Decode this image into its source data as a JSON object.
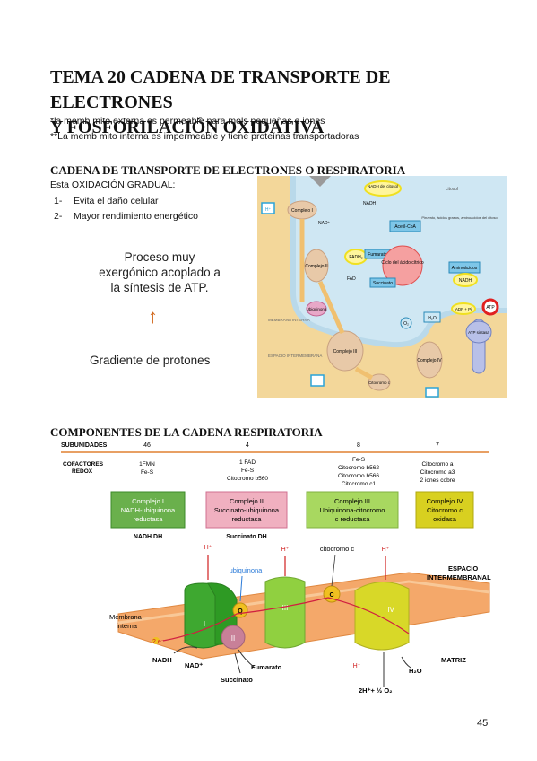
{
  "title": {
    "line1": "TEMA 20 CADENA DE TRANSPORTE DE ELECTRONES",
    "line2": "Y FOSFORILACIÓN OXIDATIVA"
  },
  "notes": [
    "*la memb mito externa es permeable para mols pequeñas e iones",
    "**La memb mito interna es impermeable y tiene  proteínas transportadoras"
  ],
  "section1": {
    "heading": "CADENA DE TRANSPORTE DE ELECTRONES O RESPIRATORIA",
    "intro": "Esta OXIDACIÓN GRADUAL:",
    "items": [
      {
        "num": "1-",
        "text": "Evita el daño celular"
      },
      {
        "num": "2-",
        "text": "Mayor rendimiento energético"
      }
    ],
    "process_text": "Proceso muy exergónico acoplado a la síntesis de ATP.",
    "arrow_glyph": "↑",
    "gradient_text": "Gradiente de protones"
  },
  "fig1": {
    "nadh_cytosol": "NADH del citosol",
    "citosol": "citosol",
    "nadh": "NADH",
    "nad_plus": "NAD⁺",
    "complejo1": "Complejo I",
    "complejo2": "Complejo II",
    "complejo3": "Complejo III",
    "complejo4": "Complejo IV",
    "acetil_coa": "Acetil-CoA",
    "piruvato": "Piruvato, ácidos grasos, aminoácidos del citosol",
    "fumarato": "Fumarato",
    "succinato": "Succinato",
    "fadh2": "FADH₂",
    "fad": "FAD",
    "ciclo": "Ciclo del ácido cítrico",
    "aminoacidos": "Aminoácidos",
    "nadh2": "NADH",
    "o2": "O₂",
    "h2o": "H₂O",
    "adp": "ADP + Pi",
    "atp": "ATP",
    "membrana": "MEMBRANA INTERNA",
    "espacio": "ESPACIO INTERMEMBRANA",
    "ubiquinona": "Ubiquinona",
    "citocromo_c": "Citocromo c",
    "h_plus": "H⁺",
    "atp_sintasa": "ATP sintasa"
  },
  "section2": {
    "heading": "COMPONENTES DE LA CADENA RESPIRATORIA"
  },
  "fig2": {
    "subunidades_label": "SUBUNIDADES",
    "subunidades": [
      "46",
      "4",
      "8",
      "7"
    ],
    "cofactores_label": "COFACTORES",
    "redox_label": "REDOX",
    "cofactores": [
      [
        "1FMN",
        "Fe-S"
      ],
      [
        "1 FAD",
        "Fe-S",
        "Citocromo b560"
      ],
      [
        "Fe-S",
        "Citocromo b562",
        "Citocromo b566",
        "Citocromo c1"
      ],
      [
        "Citocromo a",
        "Citocromo a3",
        "2 iones cobre"
      ]
    ],
    "complejos": [
      [
        "Complejo I",
        "NADH-ubiquinona",
        "reductasa"
      ],
      [
        "Complejo II",
        "Succinato-ubiquinona",
        "reductasa"
      ],
      [
        "Complejo III",
        "Ubiquinona-citocromo",
        "c reductasa"
      ],
      [
        "Complejo IV",
        "Citocromo c",
        "oxidasa"
      ]
    ],
    "nadh_dh": "NADH DH",
    "succinato_dh": "Succinato DH",
    "h_plus": "H⁺",
    "ubiquinona": "ubiquinona",
    "citocromo_c": "citocromo c",
    "espacio1": "ESPACIO",
    "espacio2": "INTERMEMBRANAL",
    "membrana1": "Membrana",
    "membrana2": "interna",
    "two_e": "2 e⁻",
    "nadh": "NADH",
    "nad": "NAD⁺",
    "fumarato": "Fumarato",
    "succinato": "Succinato",
    "h2o": "H₂O",
    "matriz": "MATRIZ",
    "reaction": "2H⁺+ ½ O₂",
    "roman": [
      "I",
      "II",
      "III",
      "IV"
    ],
    "q": "Q",
    "c": "C"
  },
  "page_number": "45"
}
